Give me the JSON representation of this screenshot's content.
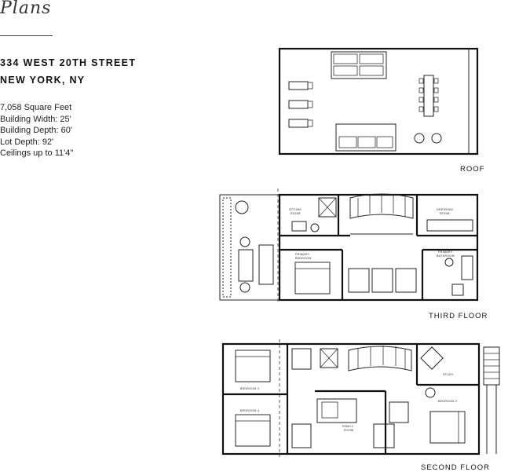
{
  "header": {
    "title": "Plans",
    "address_line1": "334 WEST 20TH STREET",
    "address_line2": "NEW YORK, NY"
  },
  "specs": [
    "7,058 Square Feet",
    "Building Width: 25'",
    "Building Depth: 60'",
    "Lot Depth: 92'",
    "Ceilings up to 11'4\""
  ],
  "floors": {
    "roof": {
      "label": "ROOF"
    },
    "third": {
      "label": "THIRD FLOOR",
      "rooms": [
        "SITTING ROOM",
        "DRESSING ROOM",
        "PRIMARY BEDROOM",
        "PRIMARY BATHROOM"
      ]
    },
    "second": {
      "label": "SECOND FLOOR",
      "rooms": [
        "BEDROOM 3",
        "BEDROOM 4",
        "FAMILY ROOM",
        "STUDY",
        "BEDROOM 2"
      ]
    }
  },
  "colors": {
    "accent_rule": "#7a2a2a",
    "line": "#111111"
  }
}
